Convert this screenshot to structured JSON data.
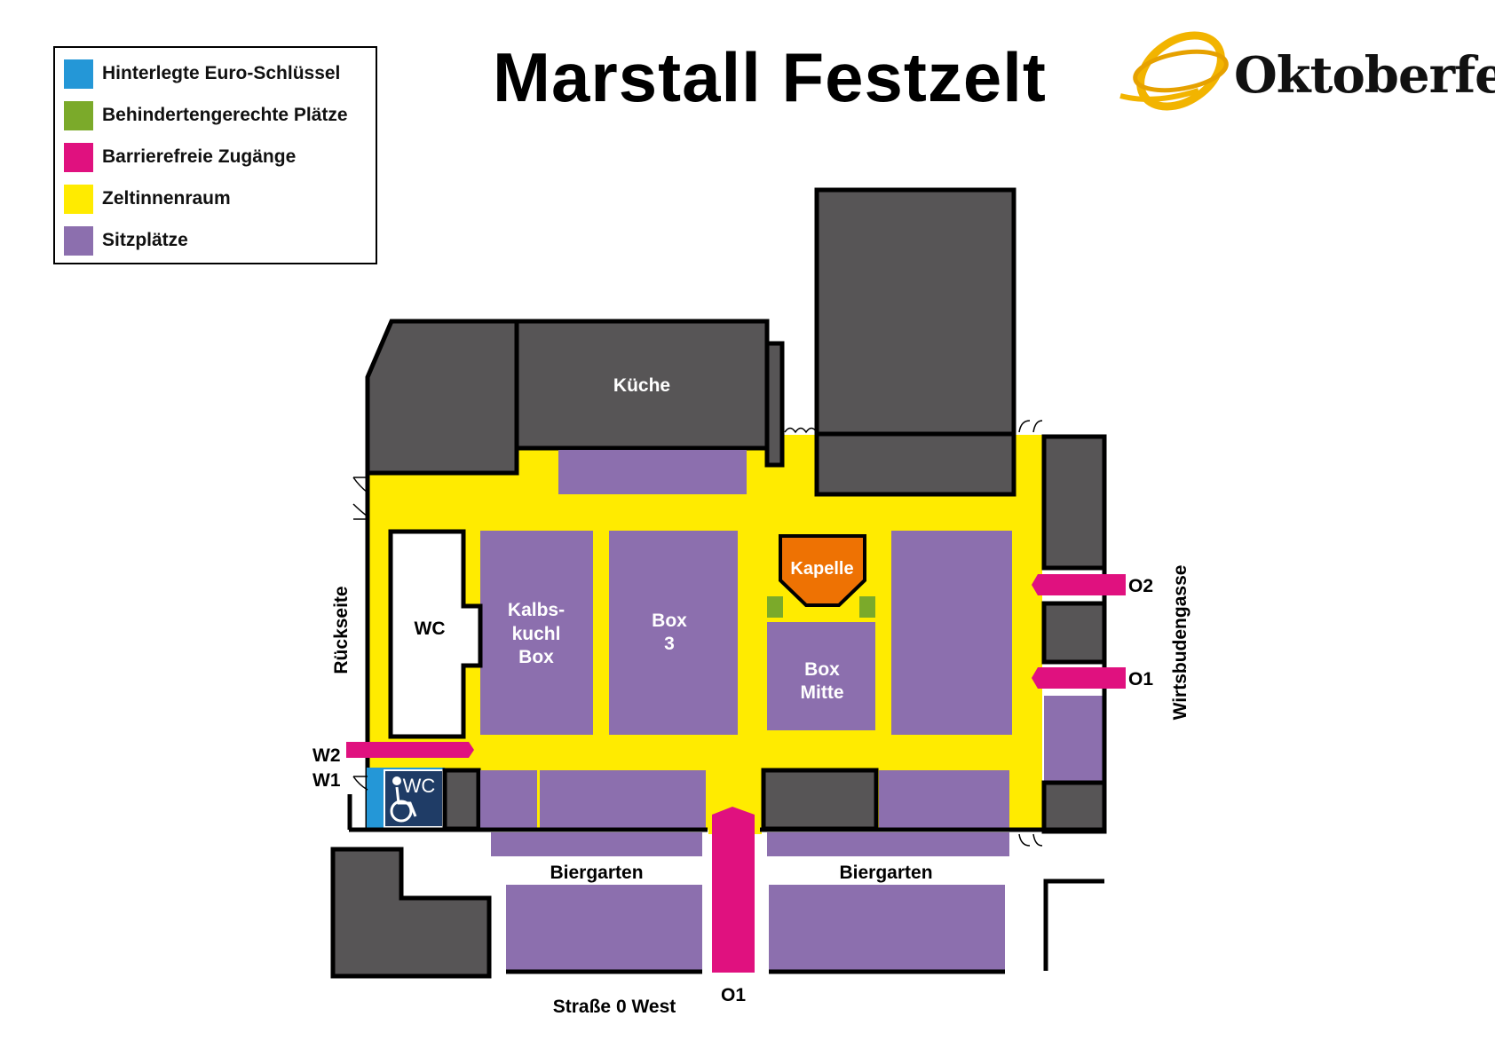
{
  "title": "Marstall Festzelt",
  "logo": {
    "text": "Oktoberfest",
    "ring_color": "#F2B400"
  },
  "legend": [
    {
      "label": "Hinterlegte Euro-Schlüssel",
      "color": "#2497D7"
    },
    {
      "label": "Behindertengerechte Plätze",
      "color": "#7BAA2A"
    },
    {
      "label": "Barrierefreie Zugänge",
      "color": "#E0117F"
    },
    {
      "label": "Zeltinnenraum",
      "color": "#FFEB00"
    },
    {
      "label": "Sitzplätze",
      "color": "#8C6FAE"
    }
  ],
  "colors": {
    "building": "#575556",
    "stage": "#EE7203",
    "outline": "#000000",
    "wc_white": "#FFFFFF",
    "wc_access_bg": "#1F3C66"
  },
  "areas": {
    "kueche": "Küche",
    "wc": "WC",
    "wc_accessible": "WC",
    "kalbskuchl_line1": "Kalbs-",
    "kalbskuchl_line2": "kuchl",
    "kalbskuchl_line3": "Box",
    "box3_line1": "Box",
    "box3_line2": "3",
    "kapelle": "Kapelle",
    "boxmitte_line1": "Box",
    "boxmitte_line2": "Mitte",
    "biergarten_left": "Biergarten",
    "biergarten_right": "Biergarten"
  },
  "entrances": {
    "w1": "W1",
    "w2": "W2",
    "o1_east": "O1",
    "o2_east": "O2",
    "o1_south": "O1"
  },
  "streets": {
    "rueckseite": "Rückseite",
    "wirtsbudengasse": "Wirtsbudengasse",
    "strasse": "Straße 0 West"
  }
}
